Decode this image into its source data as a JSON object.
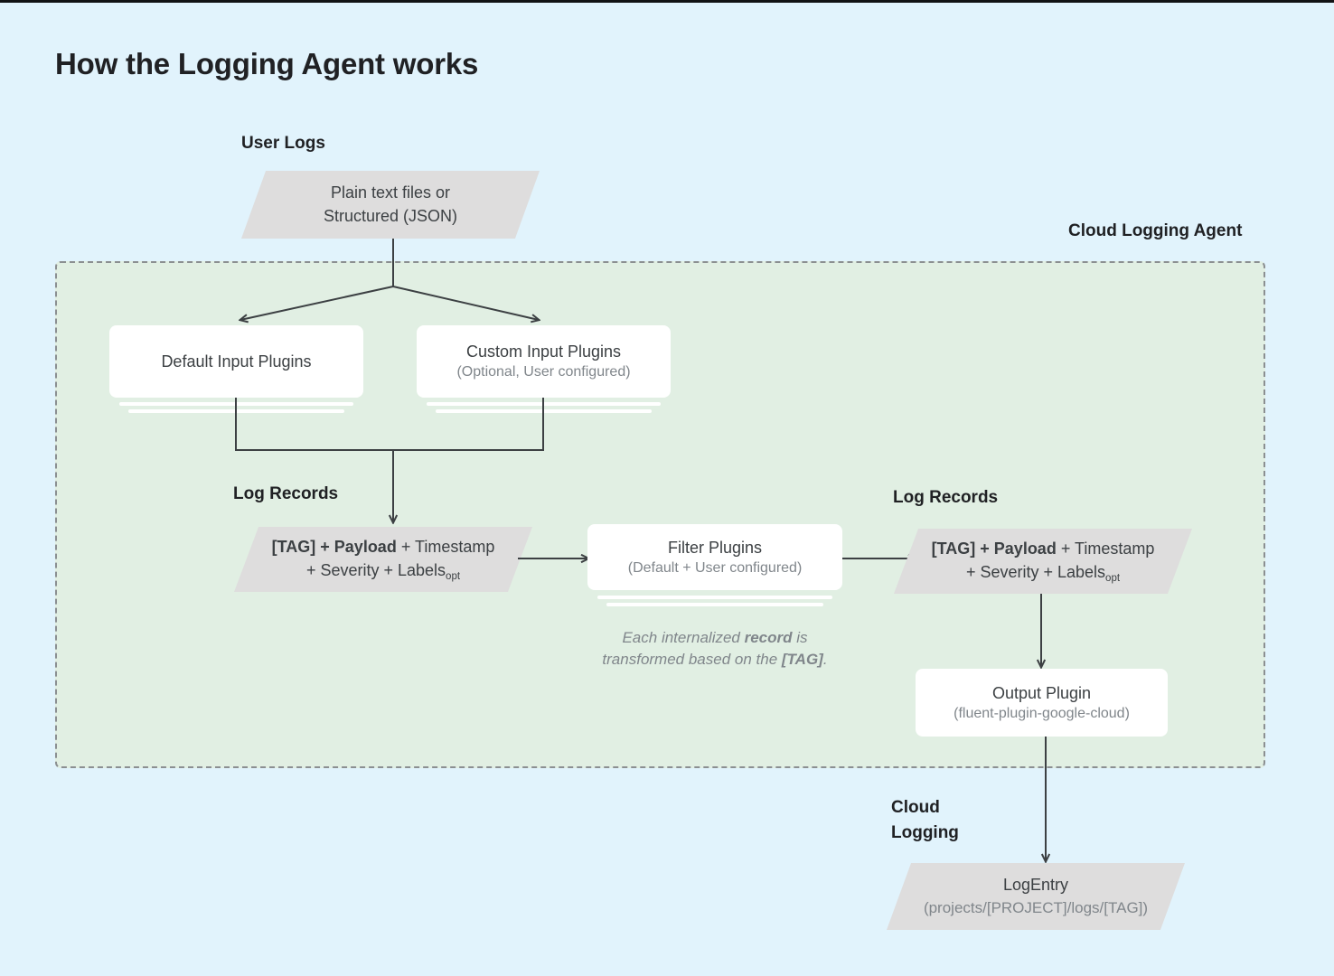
{
  "title": "How the Logging Agent works",
  "colors": {
    "background": "#e1f3fc",
    "agent_panel_fill": "#e1efe3",
    "agent_panel_border": "#8b8f91",
    "parallelogram_fill": "#dedddd",
    "card_fill": "#ffffff",
    "text_primary": "#3c4043",
    "text_muted": "#80868b",
    "title_color": "#202124",
    "connector": "#3c4043"
  },
  "labels": {
    "user_logs": "User Logs",
    "cloud_logging_agent": "Cloud Logging Agent",
    "log_records_left": "Log Records",
    "log_records_right": "Log Records",
    "cloud_logging_line1": "Cloud",
    "cloud_logging_line2": "Logging"
  },
  "nodes": {
    "user_logs_source": {
      "line1": "Plain text files or",
      "line2": "Structured (JSON)"
    },
    "default_input_plugins": {
      "title": "Default Input Plugins",
      "sub": ""
    },
    "custom_input_plugins": {
      "title": "Custom Input Plugins",
      "sub": "(Optional, User configured)"
    },
    "log_record_left": {
      "bold1": "[TAG] + Payload",
      "rest1": " + Timestamp",
      "rest2": "+ Severity + Labels",
      "subscript": "opt"
    },
    "filter_plugins": {
      "title": "Filter Plugins",
      "sub": "(Default + User configured)"
    },
    "log_record_right": {
      "bold1": "[TAG] + Payload",
      "rest1": " + Timestamp",
      "rest2": "+ Severity + Labels",
      "subscript": "opt"
    },
    "output_plugin": {
      "title": "Output Plugin",
      "sub": "(fluent-plugin-google-cloud)"
    },
    "log_entry": {
      "title": "LogEntry",
      "sub": "(projects/[PROJECT]/logs/[TAG])"
    }
  },
  "notes": {
    "transform_note_part1": "Each internalized ",
    "transform_note_bold1": "record",
    "transform_note_part2": " is transformed based on the ",
    "transform_note_bold2": "[TAG]",
    "transform_note_part3": "."
  }
}
